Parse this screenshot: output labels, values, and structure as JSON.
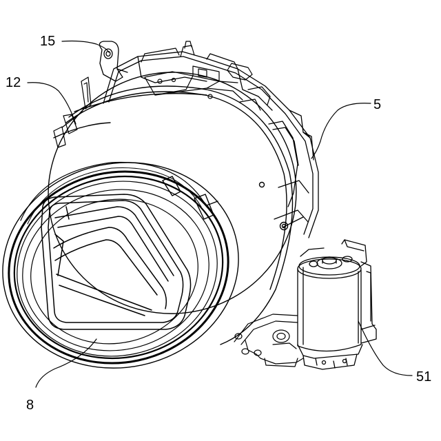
{
  "figure": {
    "labels": {
      "ref_15": "15",
      "ref_12": "12",
      "ref_5": "5",
      "ref_8": "8",
      "ref_51": "51"
    },
    "colors": {
      "ink": "#000000",
      "background": "#ffffff"
    }
  }
}
